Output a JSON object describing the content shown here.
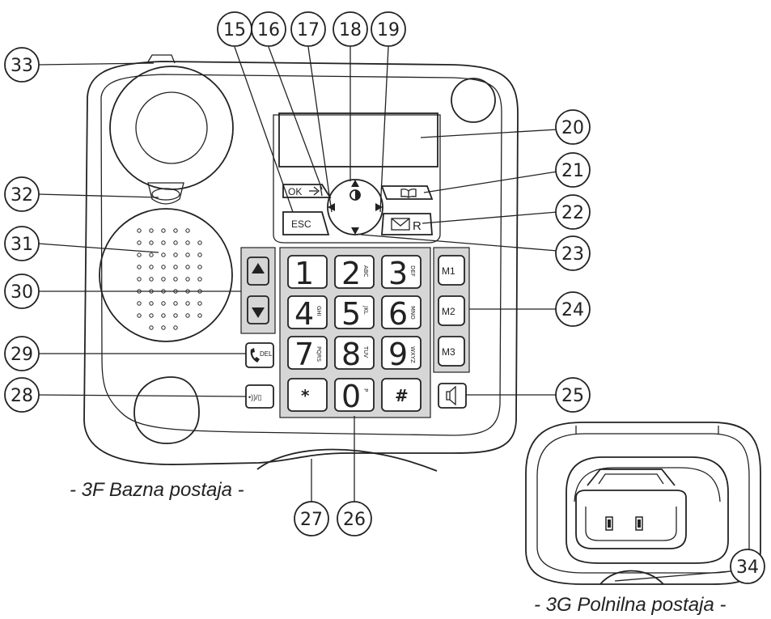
{
  "callouts": [
    "15",
    "16",
    "17",
    "18",
    "19",
    "20",
    "21",
    "22",
    "23",
    "24",
    "25",
    "26",
    "27",
    "28",
    "29",
    "30",
    "31",
    "32",
    "33",
    "34"
  ],
  "keypad": {
    "digits": [
      "1",
      "2",
      "3",
      "4",
      "5",
      "6",
      "7",
      "8",
      "9",
      "*",
      "0",
      "#"
    ],
    "letters": [
      "",
      "ABC",
      "DEF",
      "GHI",
      "JKL",
      "MNO",
      "PQRS",
      "TUV",
      "WXYZ",
      "",
      "P",
      ""
    ]
  },
  "nav": {
    "ok": "OK",
    "esc": "ESC",
    "r": "R",
    "del": "DEL"
  },
  "memory": [
    "M1",
    "M2",
    "M3"
  ],
  "captions": {
    "base": "- 3F Bazna postaja -",
    "charger": "- 3G Polnilna postaja -"
  }
}
